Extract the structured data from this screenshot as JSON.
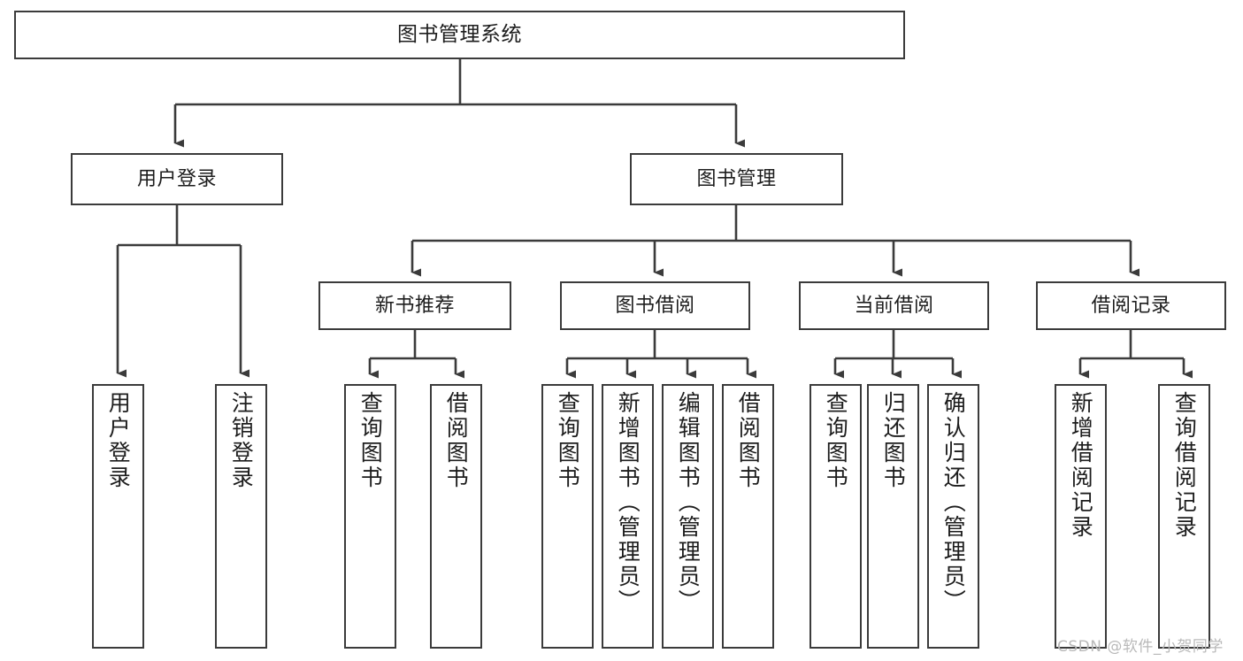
{
  "diagram": {
    "title": "图书管理系统",
    "type": "tree-hierarchy-diagram",
    "colors": {
      "stroke": "#3b3b3b",
      "fill": "#ffffff",
      "text": "#1d1d1d",
      "watermark": "#b9b9b9"
    },
    "root": {
      "label": "图书管理系统"
    },
    "level2": [
      {
        "label": "用户登录"
      },
      {
        "label": "图书管理"
      }
    ],
    "level3": [
      {
        "label": "新书推荐"
      },
      {
        "label": "图书借阅"
      },
      {
        "label": "当前借阅"
      },
      {
        "label": "借阅记录"
      }
    ],
    "leaves": {
      "user_login": [
        {
          "label": "用户登录"
        },
        {
          "label": "注销登录"
        }
      ],
      "new_book_recommend": [
        {
          "label": "查询图书"
        },
        {
          "label": "借阅图书"
        }
      ],
      "book_borrow": [
        {
          "label": "查询图书"
        },
        {
          "label": "新增图书（管理员）"
        },
        {
          "label": "编辑图书（管理员）"
        },
        {
          "label": "借阅图书"
        }
      ],
      "current_borrow": [
        {
          "label": "查询图书"
        },
        {
          "label": "归还图书"
        },
        {
          "label": "确认归还（管理员）"
        }
      ],
      "borrow_record": [
        {
          "label": "新增借阅记录"
        },
        {
          "label": "查询借阅记录"
        }
      ]
    }
  },
  "watermark": {
    "text": "CSDN @软件_小贺同学"
  }
}
